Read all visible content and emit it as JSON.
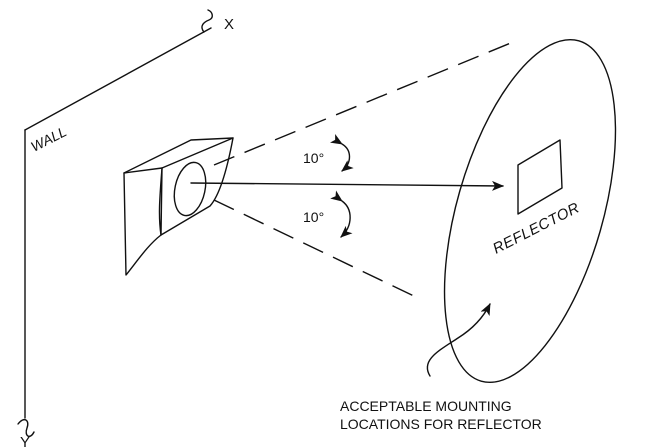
{
  "labels": {
    "axis_x": "X",
    "axis_y": "Y",
    "wall": "WALL",
    "angle_top": "10°",
    "angle_bottom": "10°",
    "reflector": "REFLECTOR",
    "note_line1": "ACCEPTABLE MOUNTING",
    "note_line2": "LOCATIONS FOR REFLECTOR"
  }
}
